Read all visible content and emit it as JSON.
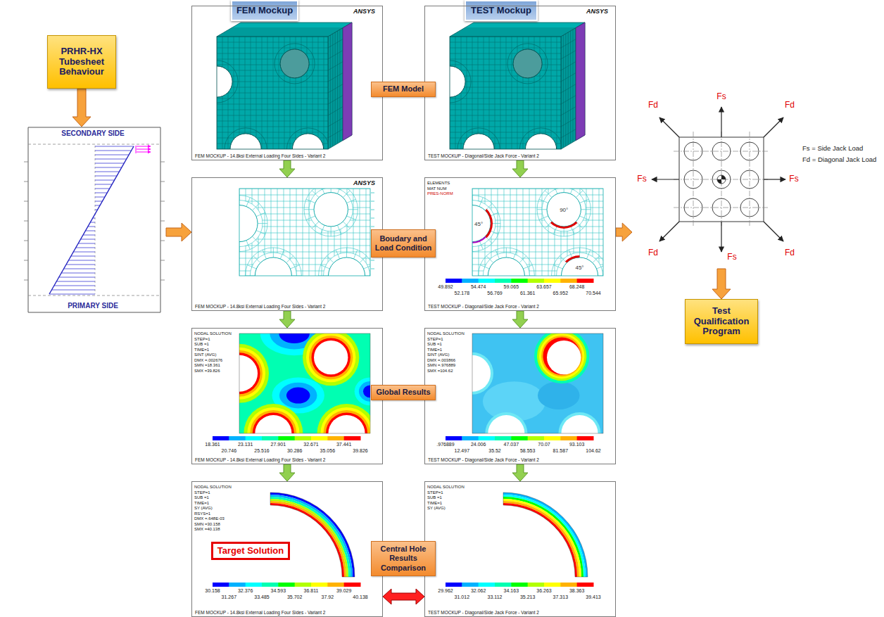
{
  "diagram": {
    "nodes": [
      {
        "text": [
          "PRHR-HX Tubesheet Behaviour"
        ]
      },
      {
        "text": [
          "SECONDARY SIDE",
          "PRIMARY SIDE"
        ]
      },
      {
        "text": [
          "FEM Mockup"
        ]
      },
      {
        "text": [
          "TEST Mockup"
        ]
      },
      {
        "text": [
          "FEM MOCKUP - 14.8ksi External Loading Four Sides - Variant 2"
        ]
      },
      {
        "text": [
          "TEST MOCKUP - Diagonal/Side Jack Force - Variant 2"
        ]
      },
      {
        "text": [
          "FEM Model"
        ]
      },
      {
        "text": [
          "FEM MOCKUP - 14.8ksi External Loading Four Sides - Variant 2"
        ]
      },
      {
        "text": [
          "TEST MOCKUP - Diagonal/Side Jack Force - Variant 2"
        ]
      },
      {
        "text": [
          "Boudary and Load Condition"
        ]
      },
      {
        "text": [
          "FEM MOCKUP - 14.8ksi External Loading Four Sides - Variant 2"
        ]
      },
      {
        "text": [
          "TEST MOCKUP - Diagonal/Side Jack Force - Variant 2"
        ]
      },
      {
        "text": [
          "Global Results"
        ]
      },
      {
        "text": [
          "FEM MOCKUP - 14.8ksi External Loading Four Sides - Variant 2"
        ]
      },
      {
        "text": [
          "Target Solution"
        ],
        "in": 13
      },
      {
        "text": [
          "TEST MOCKUP - Diagonal/Side Jack Force - Variant 2"
        ]
      },
      {
        "text": [
          "Central Hole Results Comparison"
        ]
      },
      {
        "text": [
          "Fd",
          "Fs",
          "Fd",
          "Fs",
          "Fs",
          "Fd",
          "Fs",
          "Fd"
        ]
      },
      {
        "text": [
          "Test Qualification Program"
        ]
      }
    ],
    "edges": [
      {
        "from": 0,
        "to": 1,
        "arrow": "to"
      },
      {
        "from": 1,
        "to": 7,
        "arrow": "to"
      },
      {
        "from": 4,
        "to": 7,
        "arrow": "to"
      },
      {
        "from": 7,
        "to": 10,
        "arrow": "to"
      },
      {
        "from": 10,
        "to": 13,
        "arrow": "to"
      },
      {
        "from": 5,
        "to": 8,
        "arrow": "to"
      },
      {
        "from": 8,
        "to": 11,
        "arrow": "to"
      },
      {
        "from": 11,
        "to": 15,
        "arrow": "to"
      },
      {
        "from": 8,
        "to": 17,
        "arrow": "to"
      },
      {
        "from": 17,
        "to": 18,
        "arrow": "to"
      },
      {
        "from": 13,
        "to": 15,
        "arrow": "both"
      }
    ],
    "labels": [
      "ANSYS",
      "ANSYS",
      "ANSYS",
      "ELEMENTS",
      "MAT NUM",
      "PRES-NORM",
      "45°",
      "90°",
      "45°",
      "49.892",
      "52.178",
      "54.474",
      "56.769",
      "59.065",
      "61.361",
      "63.657",
      "65.952",
      "68.248",
      "70.544",
      "NODAL SOLUTION",
      "STEP=1",
      "SUB =1",
      "TIME=1",
      "SINT (AVG)",
      "DMX =.002676",
      "SMN =18.361",
      "SMX =39.826",
      "18.361",
      "20.746",
      "23.131",
      "25.516",
      "27.901",
      "30.286",
      "32.671",
      "35.056",
      "37.441",
      "39.826",
      "NODAL SOLUTION",
      "STEP=1",
      "SUB =1",
      "TIME=1",
      "SINT (AVG)",
      "DMX =.003866",
      "SMN =.976889",
      "SMX =104.62",
      ".976889",
      "12.497",
      "24.006",
      "35.52",
      "47.037",
      "58.553",
      "70.07",
      "81.587",
      "93.103",
      "104.62",
      "NODAL SOLUTION",
      "STEP=1",
      "SUB =1",
      "TIME=1",
      "SY (AVG)",
      "RSYS=1",
      "DMX =.648E-03",
      "SMN =30.158",
      "SMX =40.138",
      "30.158",
      "31.267",
      "32.376",
      "33.485",
      "34.593",
      "35.702",
      "36.811",
      "37.92",
      "39.029",
      "40.138",
      "NODAL SOLUTION",
      "STEP=1",
      "SUB =1",
      "TIME=1",
      "SY (AVG)",
      "29.962",
      "31.012",
      "32.062",
      "33.112",
      "34.163",
      "35.213",
      "36.263",
      "37.313",
      "38.363",
      "39.413",
      "Fs = Side Jack Load",
      "Fd = Diagonal Jack Load"
    ]
  }
}
